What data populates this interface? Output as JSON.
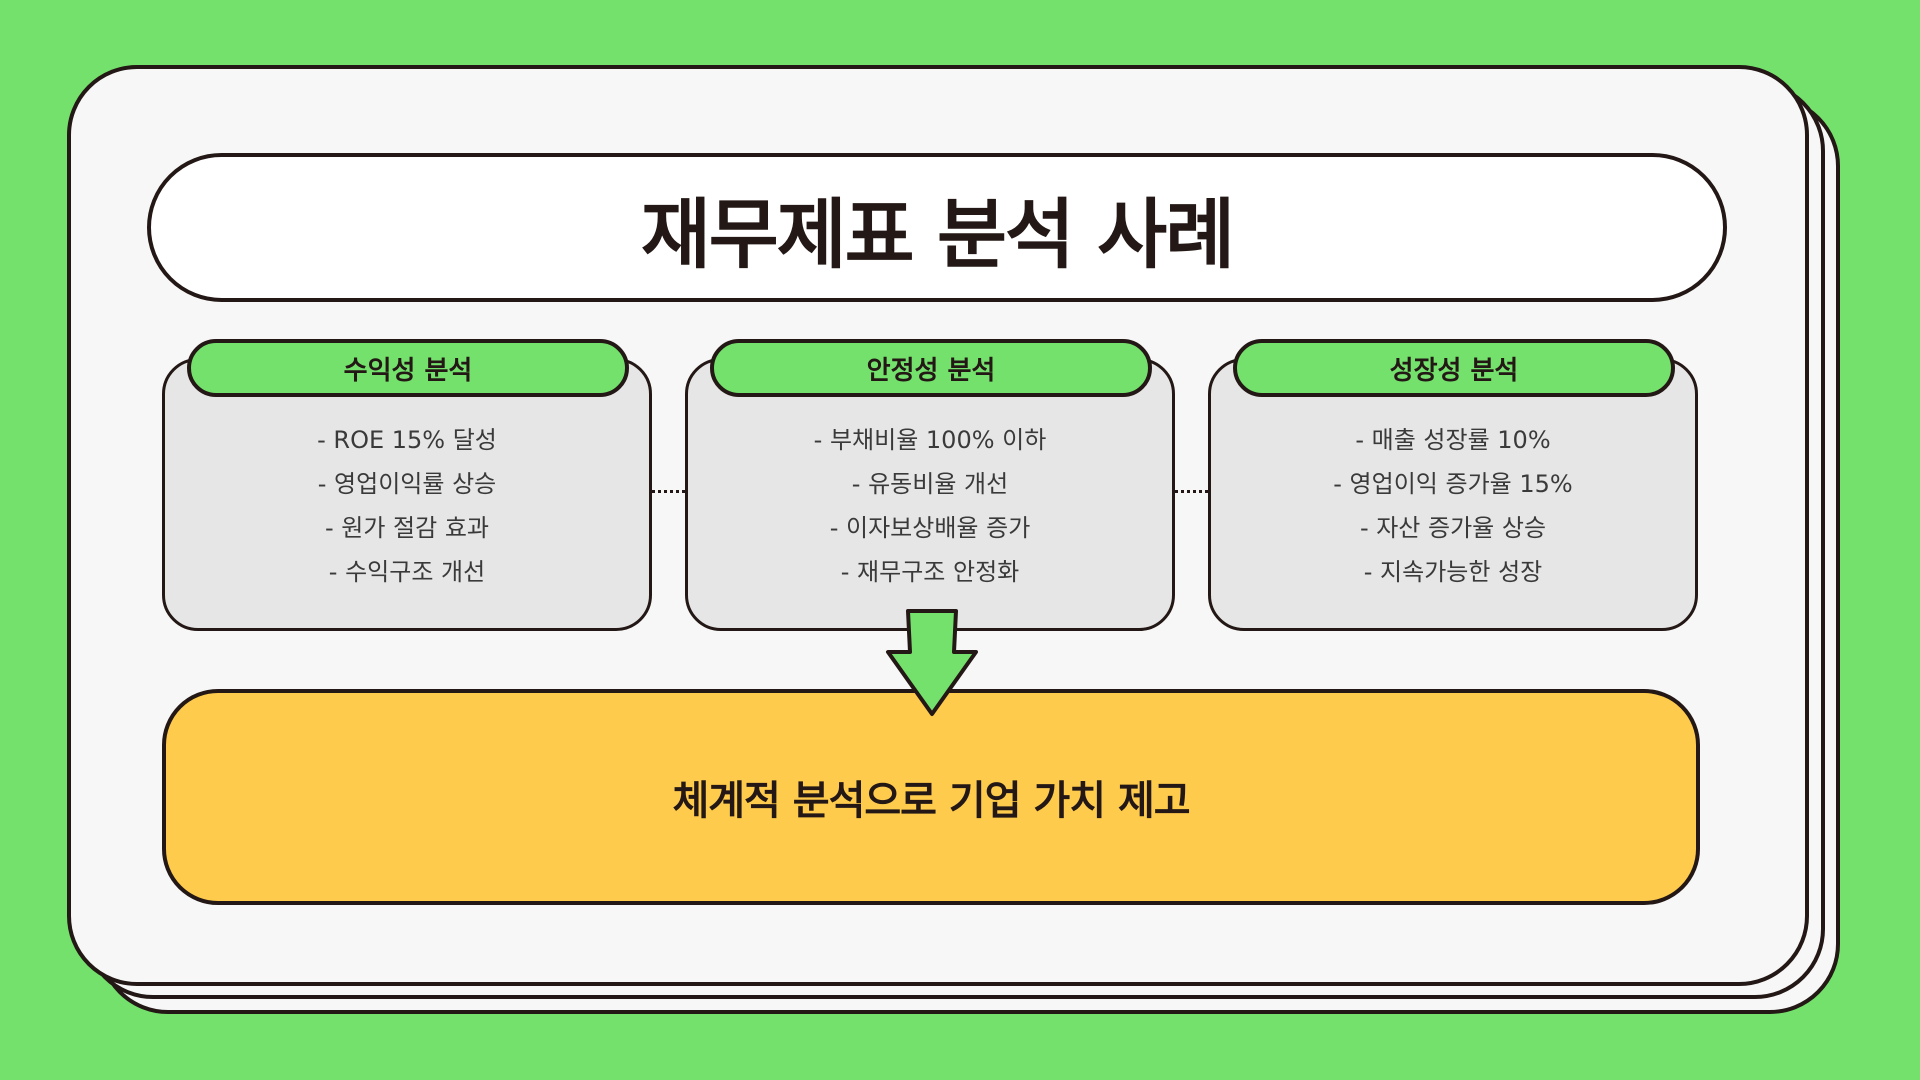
{
  "title": "재무제표 분석 사례",
  "cards": [
    {
      "label": "수익성 분석",
      "items": [
        "- ROE 15% 달성",
        "- 영업이익률 상승",
        "- 원가 절감 효과",
        "- 수익구조 개선"
      ]
    },
    {
      "label": "안정성 분석",
      "items": [
        "- 부채비율 100% 이하",
        "- 유동비율 개선",
        "- 이자보상배율 증가",
        "- 재무구조 안정화"
      ]
    },
    {
      "label": "성장성 분석",
      "items": [
        "- 매출 성장률 10%",
        "- 영업이익 증가율 15%",
        "- 자산 증가율 상승",
        "- 지속가능한 성장"
      ]
    }
  ],
  "conclusion": "체계적 분석으로 기업 가치 제고",
  "colors": {
    "background": "#74E16D",
    "accent_green": "#74E16D",
    "result_yellow": "#FFCB4C",
    "card_gray": "#E6E6E6",
    "outline": "#231815"
  },
  "icons": [
    "down-arrow-icon"
  ]
}
